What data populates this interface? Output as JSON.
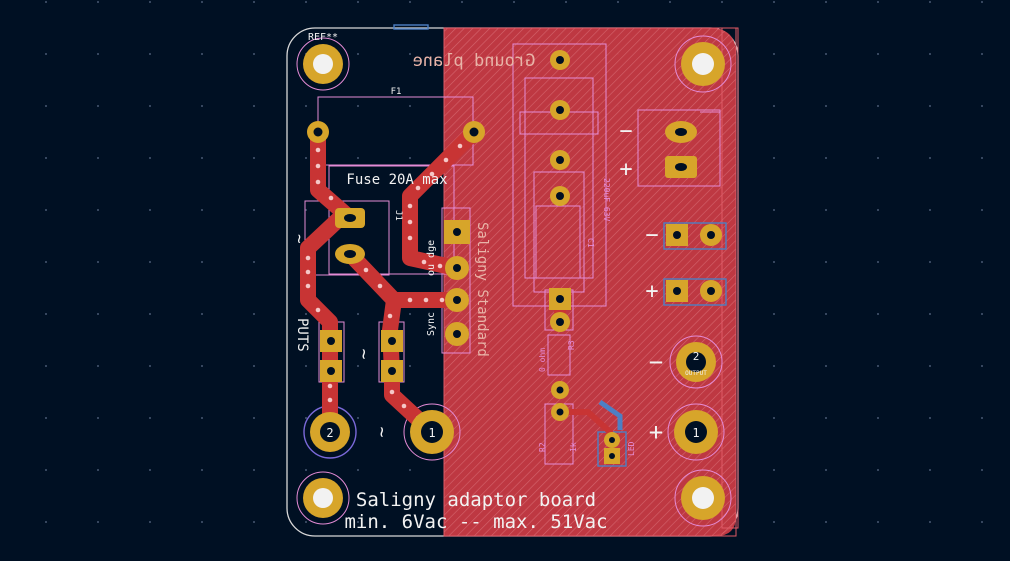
{
  "board": {
    "ref_designator": "REF**",
    "ground_plane_label": "Ground plane",
    "fuse_ref": "F1",
    "fuse_value": "Fuse 20A max",
    "j_ref": "J1",
    "sync_label": "Sync",
    "bridge_label": "ou  dge",
    "inputs_label": "PUTS",
    "saligny_standard": "Saligny Standard",
    "resistor_r3_ref": "R3",
    "resistor_r3_value": "0 ohm",
    "resistor_r2_ref": "R2",
    "resistor_r2_value": "1k",
    "led_label": "LED",
    "cap_value": "220uF 63V",
    "cap_ref": "C1",
    "output_label": "OUTPUT",
    "title_line1": "Saligny adaptor board",
    "title_line2": "min. 6Vac -- max. 51Vac",
    "mounting_hole_label": "1",
    "pad2_label": "2",
    "pad1_label": "1",
    "minus_sign": "−",
    "plus_sign": "+",
    "ac_symbol": "~"
  },
  "colors": {
    "background": "#001023",
    "copper_front": "#c83434",
    "pad_gold": "#d7a52a",
    "silkscreen": "#f2f2f2",
    "fab_outline": "#e48bd6",
    "back_copper": "#4d7fc4",
    "edge_cuts": "#d8d8d8"
  }
}
